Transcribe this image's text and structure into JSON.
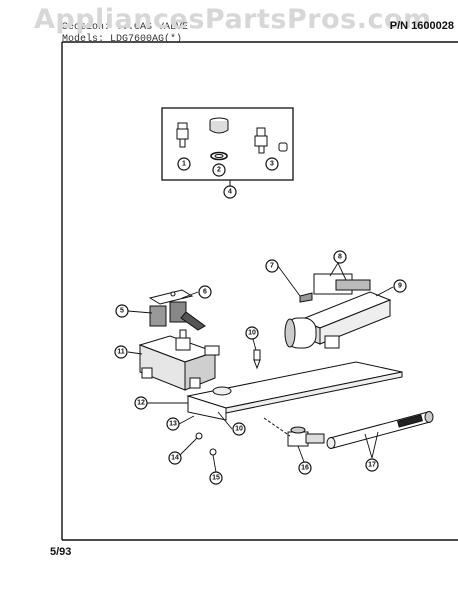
{
  "watermark": "AppliancesPartsPros.com",
  "header": {
    "section_fragment": "Section: ...GAS VALVE",
    "models_label": "Models:",
    "models_value": "LDG7600AG(*)",
    "part_number": "P/N 1600028"
  },
  "footer": {
    "date": "5/93"
  },
  "callouts": [
    "1",
    "2",
    "3",
    "4",
    "5",
    "6",
    "7",
    "8",
    "9",
    "10",
    "11",
    "12",
    "13",
    "10",
    "14",
    "15",
    "16",
    "17"
  ]
}
